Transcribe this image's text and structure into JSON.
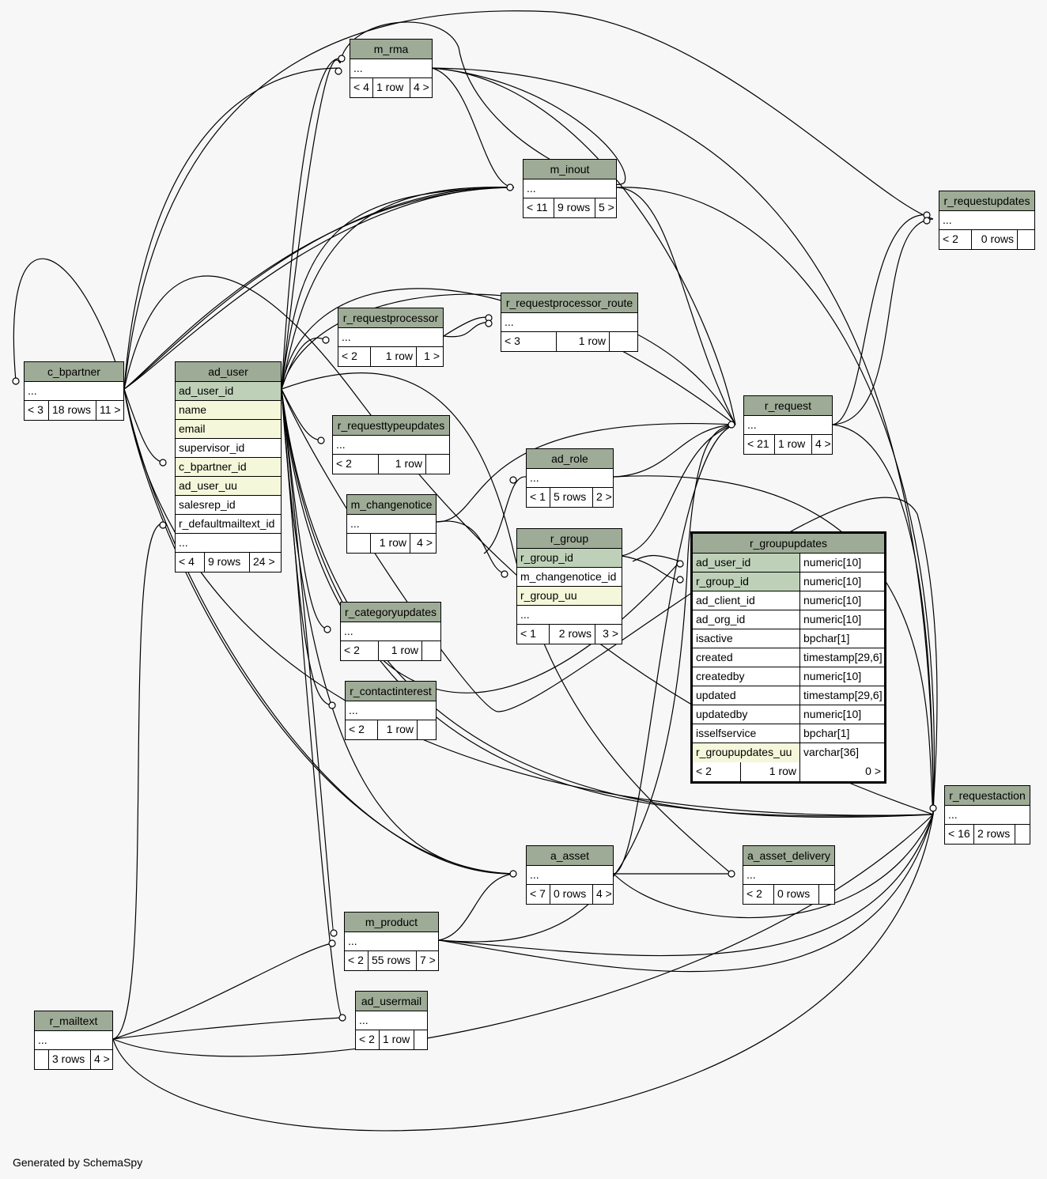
{
  "footer": "Generated by SchemaSpy",
  "tables": {
    "m_rma": {
      "name": "m_rma",
      "cols": [
        "..."
      ],
      "foot": [
        "< 4",
        "1 row",
        "4 >"
      ]
    },
    "m_inout": {
      "name": "m_inout",
      "cols": [
        "..."
      ],
      "foot": [
        "< 11",
        "9 rows",
        "5 >"
      ]
    },
    "r_requestupdates": {
      "name": "r_requestupdates",
      "cols": [
        "..."
      ],
      "foot": [
        "< 2",
        "0 rows",
        ""
      ]
    },
    "c_bpartner": {
      "name": "c_bpartner",
      "cols": [
        "..."
      ],
      "foot": [
        "< 3",
        "18 rows",
        "11 >"
      ]
    },
    "ad_user": {
      "name": "ad_user",
      "cols": [
        "ad_user_id",
        "name",
        "email",
        "supervisor_id",
        "c_bpartner_id",
        "ad_user_uu",
        "salesrep_id",
        "r_defaultmailtext_id",
        "..."
      ],
      "foot": [
        "< 4",
        "9 rows",
        "24 >"
      ]
    },
    "r_requestprocessor": {
      "name": "r_requestprocessor",
      "cols": [
        "..."
      ],
      "foot": [
        "< 2",
        "1 row",
        "1 >"
      ]
    },
    "r_requestprocessor_route": {
      "name": "r_requestprocessor_route",
      "cols": [
        "..."
      ],
      "foot": [
        "< 3",
        "1 row",
        ""
      ]
    },
    "r_request": {
      "name": "r_request",
      "cols": [
        "..."
      ],
      "foot": [
        "< 21",
        "1 row",
        "4 >"
      ]
    },
    "r_requesttypeupdates": {
      "name": "r_requesttypeupdates",
      "cols": [
        "..."
      ],
      "foot": [
        "< 2",
        "1 row",
        ""
      ]
    },
    "ad_role": {
      "name": "ad_role",
      "cols": [
        "..."
      ],
      "foot": [
        "< 1",
        "5 rows",
        "2 >"
      ]
    },
    "m_changenotice": {
      "name": "m_changenotice",
      "cols": [
        "..."
      ],
      "foot": [
        "",
        "1 row",
        "4 >"
      ]
    },
    "r_group": {
      "name": "r_group",
      "cols": [
        "r_group_id",
        "m_changenotice_id",
        "r_group_uu",
        "..."
      ],
      "foot": [
        "< 1",
        "2 rows",
        "3 >"
      ]
    },
    "r_groupupdates": {
      "name": "r_groupupdates",
      "cols": [
        [
          "ad_user_id",
          "numeric[10]"
        ],
        [
          "r_group_id",
          "numeric[10]"
        ],
        [
          "ad_client_id",
          "numeric[10]"
        ],
        [
          "ad_org_id",
          "numeric[10]"
        ],
        [
          "isactive",
          "bpchar[1]"
        ],
        [
          "created",
          "timestamp[29,6]"
        ],
        [
          "createdby",
          "numeric[10]"
        ],
        [
          "updated",
          "timestamp[29,6]"
        ],
        [
          "updatedby",
          "numeric[10]"
        ],
        [
          "isselfservice",
          "bpchar[1]"
        ],
        [
          "r_groupupdates_uu",
          "varchar[36]"
        ]
      ],
      "foot": [
        "< 2",
        "1 row",
        "0 >"
      ]
    },
    "r_categoryupdates": {
      "name": "r_categoryupdates",
      "cols": [
        "..."
      ],
      "foot": [
        "< 2",
        "1 row",
        ""
      ]
    },
    "r_contactinterest": {
      "name": "r_contactinterest",
      "cols": [
        "..."
      ],
      "foot": [
        "< 2",
        "1 row",
        ""
      ]
    },
    "r_requestaction": {
      "name": "r_requestaction",
      "cols": [
        "..."
      ],
      "foot": [
        "< 16",
        "2 rows",
        ""
      ]
    },
    "a_asset": {
      "name": "a_asset",
      "cols": [
        "..."
      ],
      "foot": [
        "< 7",
        "0 rows",
        "4 >"
      ]
    },
    "a_asset_delivery": {
      "name": "a_asset_delivery",
      "cols": [
        "..."
      ],
      "foot": [
        "< 2",
        "0 rows",
        ""
      ]
    },
    "m_product": {
      "name": "m_product",
      "cols": [
        "..."
      ],
      "foot": [
        "< 2",
        "55 rows",
        "7 >"
      ]
    },
    "ad_usermail": {
      "name": "ad_usermail",
      "cols": [
        "..."
      ],
      "foot": [
        "< 2",
        "1 row",
        ""
      ]
    },
    "r_mailtext": {
      "name": "r_mailtext",
      "cols": [
        "..."
      ],
      "foot": [
        "",
        "3 rows",
        "4 >"
      ]
    }
  }
}
